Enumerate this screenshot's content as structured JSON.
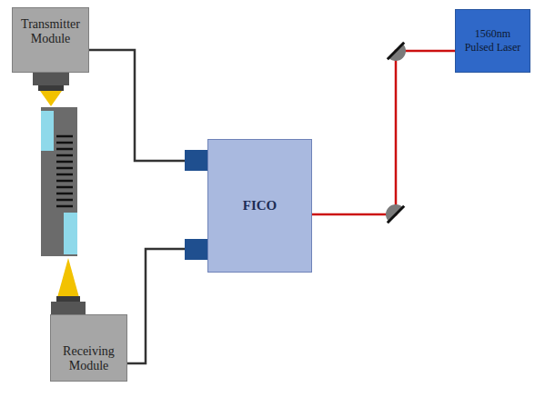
{
  "diagram": {
    "nodes": [
      {
        "text": [
          "Transmitter Module"
        ]
      },
      {
        "text": [
          "FICO"
        ]
      },
      {
        "text": [
          "1560nm Pulsed Laser"
        ]
      },
      {
        "text": [
          "Receiving Module"
        ]
      }
    ],
    "edges": [
      {
        "from": 0,
        "to": 1,
        "arrow": "none"
      },
      {
        "from": 3,
        "to": 1,
        "arrow": "none"
      },
      {
        "from": 2,
        "to": 1,
        "arrow": "none"
      }
    ]
  }
}
